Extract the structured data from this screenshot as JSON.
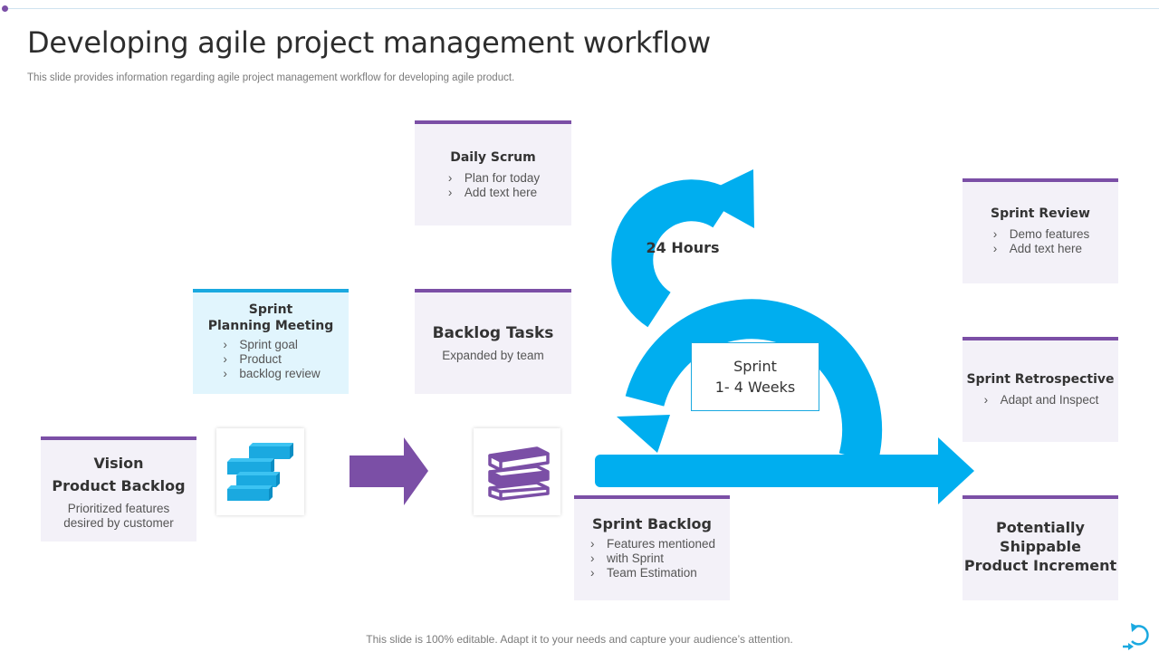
{
  "title": "Developing agile project management workflow",
  "subtitle": "This slide provides information regarding agile project management workflow for developing agile product.",
  "footer": "This slide is 100% editable. Adapt it to your needs and capture your audience’s attention.",
  "colors": {
    "purple": "#7b4fa6",
    "blue": "#1aa9e0",
    "box_bg": "#f3f1f8",
    "blue_box_bg": "#e1f5fd"
  },
  "vision": {
    "line1": "Vision",
    "line2": "Product Backlog",
    "desc1": "Prioritized features",
    "desc2": "desired by customer"
  },
  "sprint_planning": {
    "line1": "Sprint",
    "line2": "Planning Meeting",
    "items": [
      "Sprint goal",
      "Product",
      "backlog review"
    ]
  },
  "daily_scrum": {
    "heading": "Daily Scrum",
    "items": [
      "Plan for today",
      "Add text here"
    ]
  },
  "backlog_tasks": {
    "heading": "Backlog Tasks",
    "desc": "Expanded by team"
  },
  "sprint_backlog": {
    "heading": "Sprint Backlog",
    "items": [
      "Features mentioned",
      "with Sprint",
      "Team Estimation"
    ]
  },
  "hours_label": "24 Hours",
  "sprint_center": {
    "line1": "Sprint",
    "line2": "1- 4 Weeks"
  },
  "sprint_review": {
    "heading": "Sprint Review",
    "items": [
      "Demo features",
      "Add text here"
    ]
  },
  "sprint_retro": {
    "heading": "Sprint Retrospective",
    "items": [
      "Adapt and Inspect"
    ]
  },
  "increment": {
    "line1": "Potentially",
    "line2": "Shippable",
    "line3": "Product Increment"
  },
  "icons": {
    "stack": "stacked-blocks-icon",
    "books": "books-icon",
    "refresh": "refresh-icon"
  }
}
